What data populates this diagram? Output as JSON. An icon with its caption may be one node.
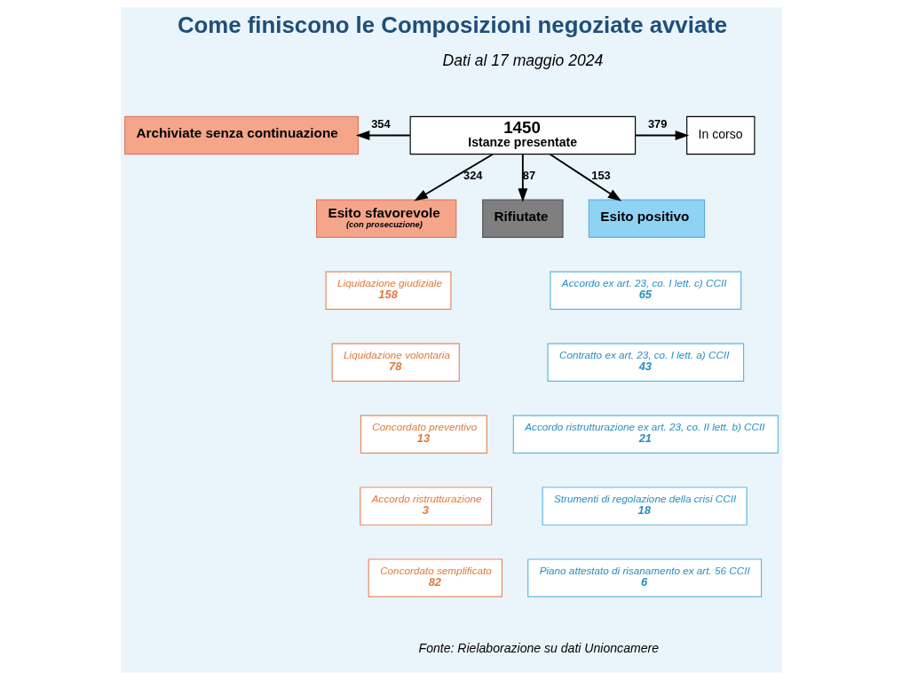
{
  "diagram": {
    "title": "Come finiscono le Composizioni negoziate avviate",
    "caption": "Fonte: Rielaborazione su dati Unioncamere",
    "nodes": [
      {
        "text": [
          "1450",
          "Istanze presentate"
        ]
      },
      {
        "text": [
          "Archiviate senza continuazione"
        ]
      },
      {
        "text": [
          "In corso"
        ]
      },
      {
        "text": [
          "Esito sfavorevole",
          "(con prosecuzione)"
        ]
      },
      {
        "text": [
          "Rifiutate"
        ]
      },
      {
        "text": [
          "Esito positivo"
        ]
      },
      {
        "text": [
          "Liquidazione giudiziale",
          "158"
        ]
      },
      {
        "text": [
          "Liquidazione volontaria",
          "78"
        ]
      },
      {
        "text": [
          "Concordato preventivo",
          "13"
        ]
      },
      {
        "text": [
          "Accordo ristrutturazione",
          "3"
        ]
      },
      {
        "text": [
          "Concordato semplificato",
          "82"
        ]
      },
      {
        "text": [
          "Accordo ex art. 23, co. I lett. c) CCII",
          "65"
        ]
      },
      {
        "text": [
          "Contratto ex art. 23, co. I lett. a) CCII",
          "43"
        ]
      },
      {
        "text": [
          "Accordo ristrutturazione ex art. 23, co. II lett. b) CCII",
          "21"
        ]
      },
      {
        "text": [
          "Strumenti di regolazione della crisi CCII",
          "18"
        ]
      },
      {
        "text": [
          "Piano attestato di risanamento ex art. 56 CCII",
          "6"
        ]
      }
    ],
    "edges": [
      {
        "from": 0,
        "to": 1,
        "arrow": "to",
        "label": "354"
      },
      {
        "from": 0,
        "to": 3,
        "arrow": "to",
        "label": "324"
      },
      {
        "from": 0,
        "to": 4,
        "arrow": "to",
        "label": "87"
      },
      {
        "from": 0,
        "to": 2,
        "arrow": "to",
        "label": "379"
      },
      {
        "from": 0,
        "to": 5,
        "arrow": "to",
        "label": "153"
      }
    ],
    "labels": [
      "Dati al 17 maggio 2024"
    ]
  }
}
